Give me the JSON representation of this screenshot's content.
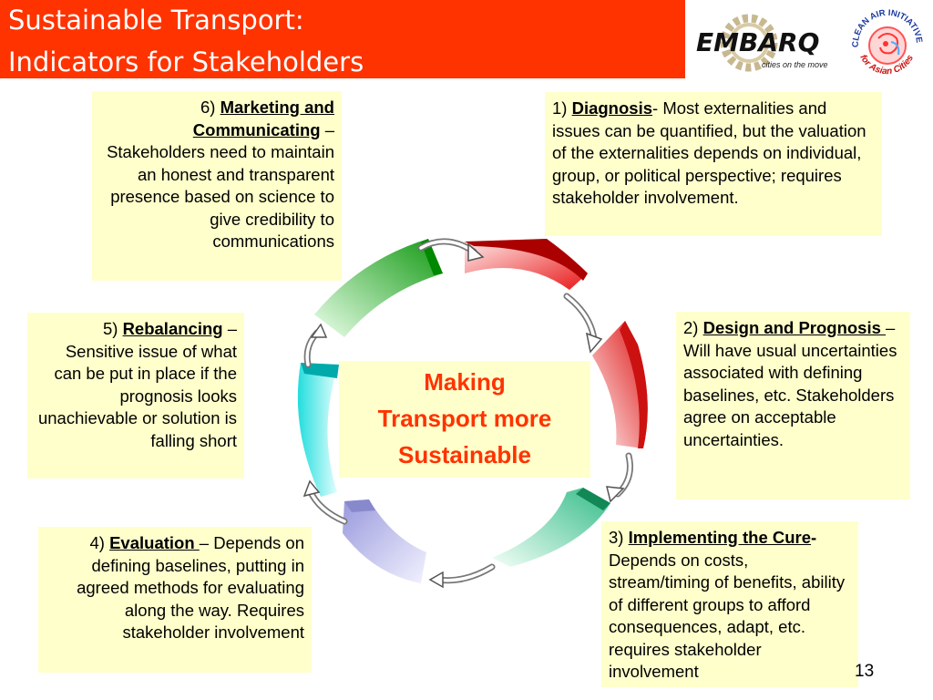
{
  "title": {
    "line1": "Sustainable Transport:",
    "line2": "Indicators for Stakeholders"
  },
  "logos": {
    "embarq": "EMBARQ",
    "embarq_tagline": "cities on the move",
    "clean_air": "CLEAN AIR INITIATIVE",
    "clean_air_sub": "for Asian Cities"
  },
  "center": {
    "line1": "Making",
    "line2": "Transport more",
    "line3": "Sustainable"
  },
  "colors": {
    "title_bg": "#ff3300",
    "box_bg": "#ffffcc",
    "center_text": "#ff3300",
    "segment_red": "#cc0000",
    "segment_light_red": "#ff6666",
    "segment_teal": "#009966",
    "segment_lavender": "#9999ee",
    "segment_cyan": "#00cccc",
    "segment_green": "#00aa00"
  },
  "steps": {
    "s1": {
      "num": "1) ",
      "head": "Diagnosis",
      "body": "- Most externalities and issues can be quantified, but the valuation of the externalities depends on individual, group, or political perspective; requires stakeholder involvement."
    },
    "s2": {
      "num": "2) ",
      "head": "Design and Prognosis ",
      "body": " – Will have usual uncertainties associated with defining baselines, etc. Stakeholders agree on acceptable uncertainties."
    },
    "s3": {
      "num": "3) ",
      "head": "Implementing the Cure",
      "head_suffix": "-",
      "body": " Depends on costs, stream/timing of benefits, ability of different groups to afford consequences, adapt, etc. requires stakeholder involvement"
    },
    "s4": {
      "num": "4) ",
      "head": "Evaluation ",
      "body": " – Depends on defining baselines, putting in agreed methods for evaluating along the way. Requires stakeholder involvement"
    },
    "s5": {
      "num": "5) ",
      "head": "Rebalancing",
      "body": " – Sensitive issue of what can be put in place if the prognosis looks unachievable or solution is falling short"
    },
    "s6": {
      "num": "6) ",
      "head": "Marketing and Communicating",
      "body": " – Stakeholders need to maintain an honest and transparent presence based on science to give credibility to communications"
    }
  },
  "page_number": "13"
}
